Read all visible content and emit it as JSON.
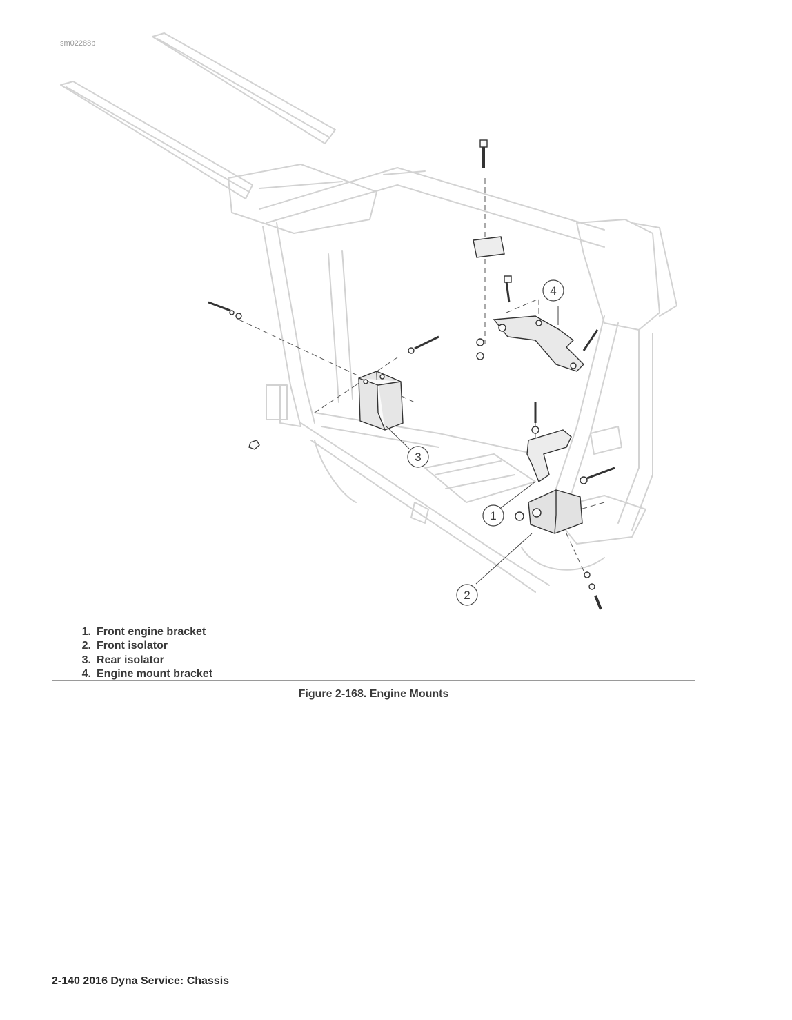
{
  "figure": {
    "code": "sm02288b",
    "callouts": [
      "1",
      "2",
      "3",
      "4"
    ],
    "legend": [
      {
        "num": "1.",
        "text": "Front engine bracket"
      },
      {
        "num": "2.",
        "text": "Front isolator"
      },
      {
        "num": "3.",
        "text": "Rear isolator"
      },
      {
        "num": "4.",
        "text": "Engine mount bracket"
      }
    ],
    "caption": "Figure 2-168. Engine Mounts"
  },
  "footer": {
    "text": "2-140  2016 Dyna Service:  Chassis"
  }
}
